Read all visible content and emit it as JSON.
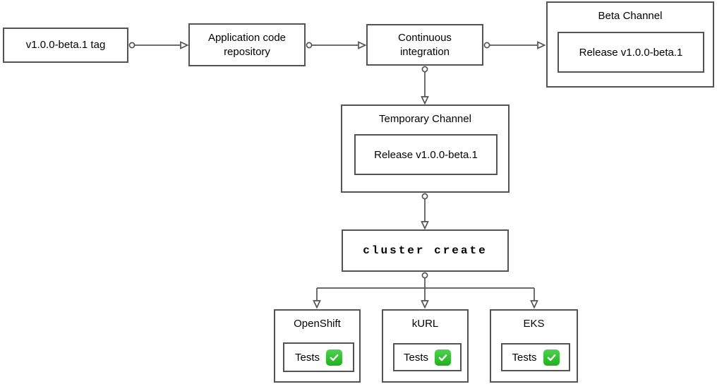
{
  "diagram": {
    "background": "#ffffff",
    "colors": {
      "node_border": "#545454",
      "connector": "#545454",
      "text": "#000000",
      "check_green": "#2fbe2f",
      "check_mark": "#ffffff"
    },
    "nodes": {
      "tag": {
        "label": "v1.0.0-beta.1 tag"
      },
      "repo": {
        "label": "Application code repository"
      },
      "ci": {
        "label": "Continuous integration"
      },
      "beta": {
        "title": "Beta Channel",
        "release_label": "Release v1.0.0-beta.1"
      },
      "temp": {
        "title": "Temporary Channel",
        "release_label": "Release v1.0.0-beta.1"
      },
      "cluster": {
        "label": "cluster create"
      },
      "openshift": {
        "title": "OpenShift",
        "tests_label": "Tests",
        "status_icon": "green-check"
      },
      "kurl": {
        "title": "kURL",
        "tests_label": "Tests",
        "status_icon": "green-check"
      },
      "eks": {
        "title": "EKS",
        "tests_label": "Tests",
        "status_icon": "green-check"
      }
    },
    "edges": [
      {
        "from": "tag",
        "to": "repo",
        "style": "source-dot, open-arrow"
      },
      {
        "from": "repo",
        "to": "ci",
        "style": "source-dot, open-arrow"
      },
      {
        "from": "ci",
        "to": "beta",
        "style": "source-dot, open-arrow"
      },
      {
        "from": "ci",
        "to": "temp",
        "style": "source-dot, open-arrow"
      },
      {
        "from": "temp",
        "to": "cluster",
        "style": "source-dot, open-arrow"
      },
      {
        "from": "cluster",
        "to": "openshift",
        "style": "source-dot, open-arrow"
      },
      {
        "from": "cluster",
        "to": "kurl",
        "style": "source-dot, open-arrow"
      },
      {
        "from": "cluster",
        "to": "eks",
        "style": "source-dot, open-arrow"
      }
    ]
  }
}
